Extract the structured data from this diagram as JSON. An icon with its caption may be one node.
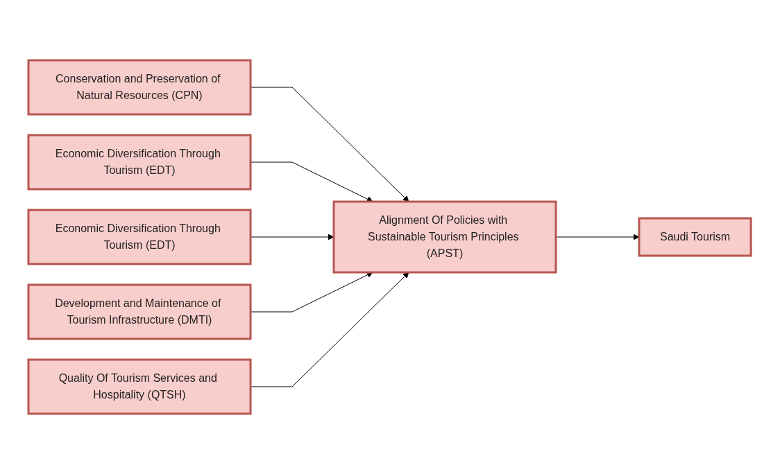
{
  "diagram": {
    "nodes": [
      {
        "text": [
          "Conservation and Preservation of Natural Resources (CPN)"
        ]
      },
      {
        "text": [
          "Economic Diversification Through Tourism (EDT)"
        ]
      },
      {
        "text": [
          "Economic Diversification Through Tourism (EDT)"
        ]
      },
      {
        "text": [
          "Development and Maintenance of Tourism Infrastructure (DMTI)"
        ]
      },
      {
        "text": [
          "Quality Of Tourism Services and Hospitality (QTSH)"
        ]
      },
      {
        "text": [
          "Alignment Of Policies with Sustainable Tourism Principles (APST)"
        ]
      },
      {
        "text": [
          "Saudi Tourism"
        ]
      }
    ],
    "edges": [
      {
        "from": 0,
        "to": 5,
        "arrow": "to"
      },
      {
        "from": 1,
        "to": 5,
        "arrow": "to"
      },
      {
        "from": 2,
        "to": 5,
        "arrow": "to"
      },
      {
        "from": 3,
        "to": 5,
        "arrow": "to"
      },
      {
        "from": 4,
        "to": 5,
        "arrow": "to"
      },
      {
        "from": 5,
        "to": 6,
        "arrow": "to"
      }
    ]
  }
}
